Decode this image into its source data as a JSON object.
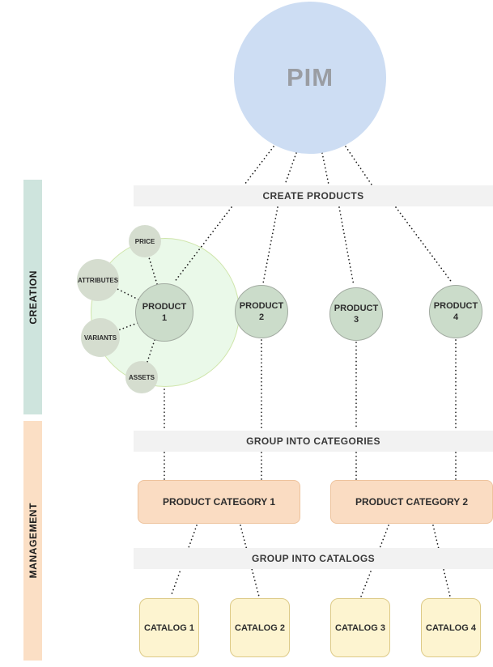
{
  "title": "PIM",
  "sections": {
    "creation": "CREATION",
    "management": "MANAGEMENT"
  },
  "bars": {
    "create_products": "CREATE PRODUCTS",
    "group_into_categories": "GROUP INTO CATEGORIES",
    "group_into_catalogs": "GROUP INTO CATALOGS"
  },
  "products": [
    {
      "label": "PRODUCT 1"
    },
    {
      "label": "PRODUCT 2"
    },
    {
      "label": "PRODUCT 3"
    },
    {
      "label": "PRODUCT 4"
    }
  ],
  "product_details": [
    {
      "label": "PRICE"
    },
    {
      "label": "ATTRIBUTES"
    },
    {
      "label": "VARIANTS"
    },
    {
      "label": "ASSETS"
    }
  ],
  "categories": [
    {
      "label": "PRODUCT CATEGORY 1"
    },
    {
      "label": "PRODUCT CATEGORY 2"
    }
  ],
  "catalogs": [
    {
      "label": "CATALOG 1"
    },
    {
      "label": "CATALOG 2"
    },
    {
      "label": "CATALOG 3"
    },
    {
      "label": "CATALOG 4"
    }
  ],
  "colors": {
    "pim-fill": "#cdddf3",
    "pim-text": "#9a9da3",
    "creation-band": "#cee4dd",
    "management-band": "#fbdfc5",
    "bar-bg": "#f2f2f2",
    "bar-text": "#3a3a3a",
    "highlight-fill": "#eaf9e9",
    "highlight-border": "#cfe5ab",
    "product-fill": "#cbdcca",
    "product-border": "#a2aba1",
    "detail-fill": "#d5ddcf",
    "category-fill": "#fadcc2",
    "category-border": "#eec39d",
    "catalog-fill": "#fdf4d0",
    "catalog-border": "#ddca87",
    "connector": "#1f1f1f"
  }
}
